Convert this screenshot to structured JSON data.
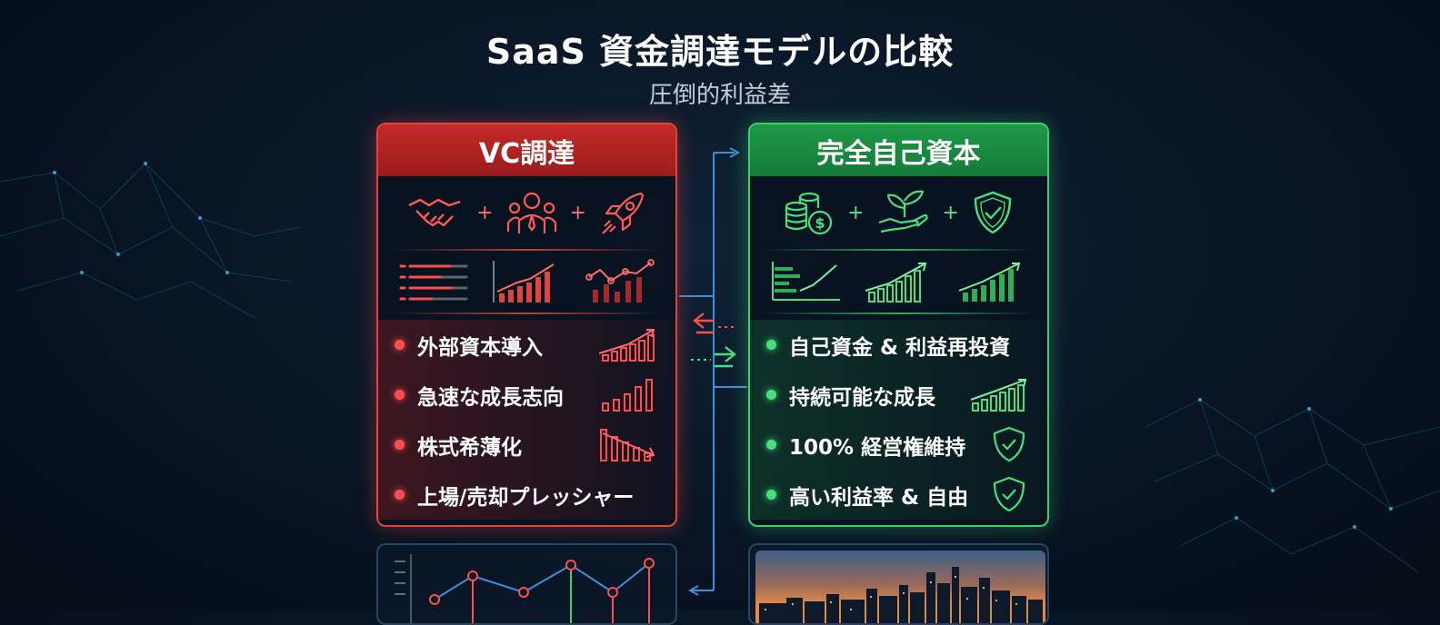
{
  "title": "SaaS 資金調達モデルの比較",
  "subtitle": "圧倒的利益差",
  "left_panel": {
    "header": "VC調達",
    "items": [
      "外部資本導入",
      "急速な成長志向",
      "株式希薄化",
      "上場/売却プレッシャー"
    ]
  },
  "right_panel": {
    "header": "完全自己資本",
    "items": [
      "自己資金 & 利益再投資",
      "持続可能な成長",
      "100% 経営権維持",
      "高い利益率 & 自由"
    ]
  },
  "colors": {
    "vc_red": "#e0443f",
    "self_green": "#3ccf6a",
    "connector_blue": "#3f8fd8"
  },
  "icons": {
    "left": [
      "handshake-icon",
      "team-icon",
      "rocket-icon"
    ],
    "right": [
      "coins-icon",
      "plant-hand-icon",
      "shield-check-icon"
    ]
  }
}
